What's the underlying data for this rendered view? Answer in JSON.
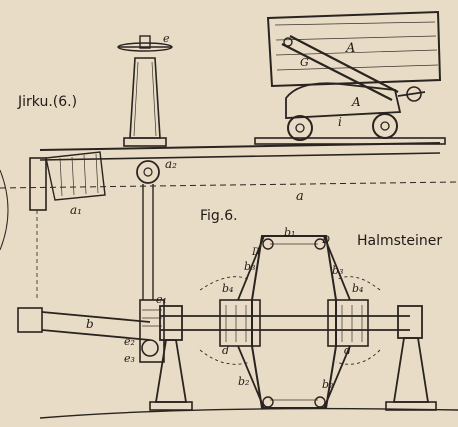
{
  "captions": {
    "left": "Jirku.(6.)",
    "figure": "Fig.6.",
    "right": "Halmsteiner"
  },
  "labels": {
    "A_top": "A",
    "G": "G",
    "A_mid": "A",
    "i": "i",
    "e": "e",
    "a2": "a₂",
    "a": "a",
    "a1": "a₁",
    "b": "b",
    "e1": "e₁",
    "e2": "e₂",
    "e3": "e₃",
    "b1": "b₁",
    "D_left": "D",
    "D_right": "D",
    "b3_left": "b₃",
    "b3_right": "b₃",
    "b4_left": "b₄",
    "b4_right": "b₄",
    "d_left": "d",
    "d_right": "d",
    "b2_left": "b₂",
    "b2_right": "b₂"
  }
}
